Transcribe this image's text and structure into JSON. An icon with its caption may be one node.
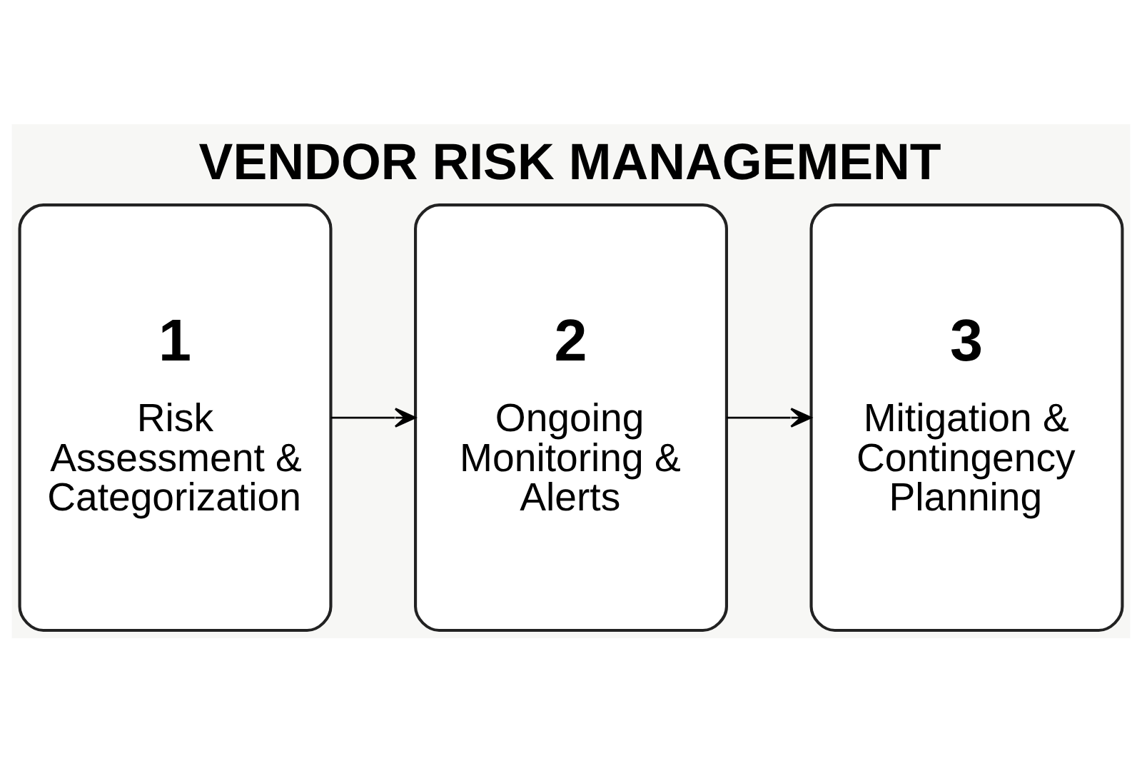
{
  "diagram": {
    "title": "VENDOR RISK MANAGEMENT",
    "nodes": [
      {
        "text": [
          "1",
          "Risk Assessment & Categorization"
        ]
      },
      {
        "text": [
          "2",
          "Ongoing Monitoring & Alerts"
        ]
      },
      {
        "text": [
          "3",
          "Mitigation & Contingency Planning"
        ]
      }
    ],
    "edges": [
      {
        "from": 0,
        "to": 1,
        "arrow": "to"
      },
      {
        "from": 1,
        "to": 2,
        "arrow": "to"
      }
    ]
  }
}
